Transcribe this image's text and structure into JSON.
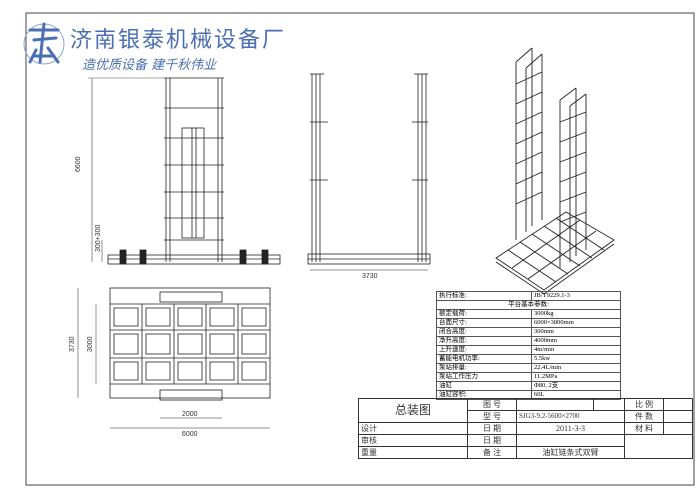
{
  "company": {
    "name": "济南银泰机械设备厂",
    "slogan": "造优质设备  建千秋伟业"
  },
  "dimensions": {
    "front_height": "6600",
    "front_sub": "300+300",
    "side_width": "3730",
    "plan_depth_outer": "3730",
    "plan_depth_inner": "3000",
    "plan_width_inner": "2000",
    "plan_width_outer": "6000"
  },
  "params": {
    "standard": "执行标准:",
    "standard_value": "JB/T9229.1-3",
    "header": "平台基本参数:",
    "rows": [
      {
        "k": "额定载荷:",
        "v": "3000kg"
      },
      {
        "k": "台面尺寸:",
        "v": "6000×3000mm"
      },
      {
        "k": "闭合高度:",
        "v": "300mm"
      },
      {
        "k": "净升高度:",
        "v": "4000mm"
      },
      {
        "k": "上升速度:",
        "v": "4m/min"
      },
      {
        "k": "蓄能电机功率:",
        "v": "5.5kw"
      },
      {
        "k": "泵站排量:",
        "v": "22.4L/min"
      },
      {
        "k": "泵站工作压力",
        "v": "11.2MPa"
      },
      {
        "k": "油缸",
        "v": "Φ80, 2支"
      },
      {
        "k": "油缸容积:",
        "v": "60L"
      }
    ]
  },
  "title_block": {
    "drawing_name": "总装图",
    "label_drawing_no": "图  号",
    "label_model": "型  号",
    "model_value": "SJG3-9.2-5600×2700",
    "label_scale": "比  例",
    "label_count": "件  数",
    "label_material": "材  料",
    "label_design": "设计",
    "label_date": "日  期",
    "date_value": "2011-3-3",
    "label_review": "审核",
    "label_date2": "日  期",
    "label_weight": "重量",
    "label_note": "备  注",
    "note_value": "油缸链条式双臂"
  },
  "colors": {
    "logo": "#4a6fb5",
    "line": "#222222"
  }
}
